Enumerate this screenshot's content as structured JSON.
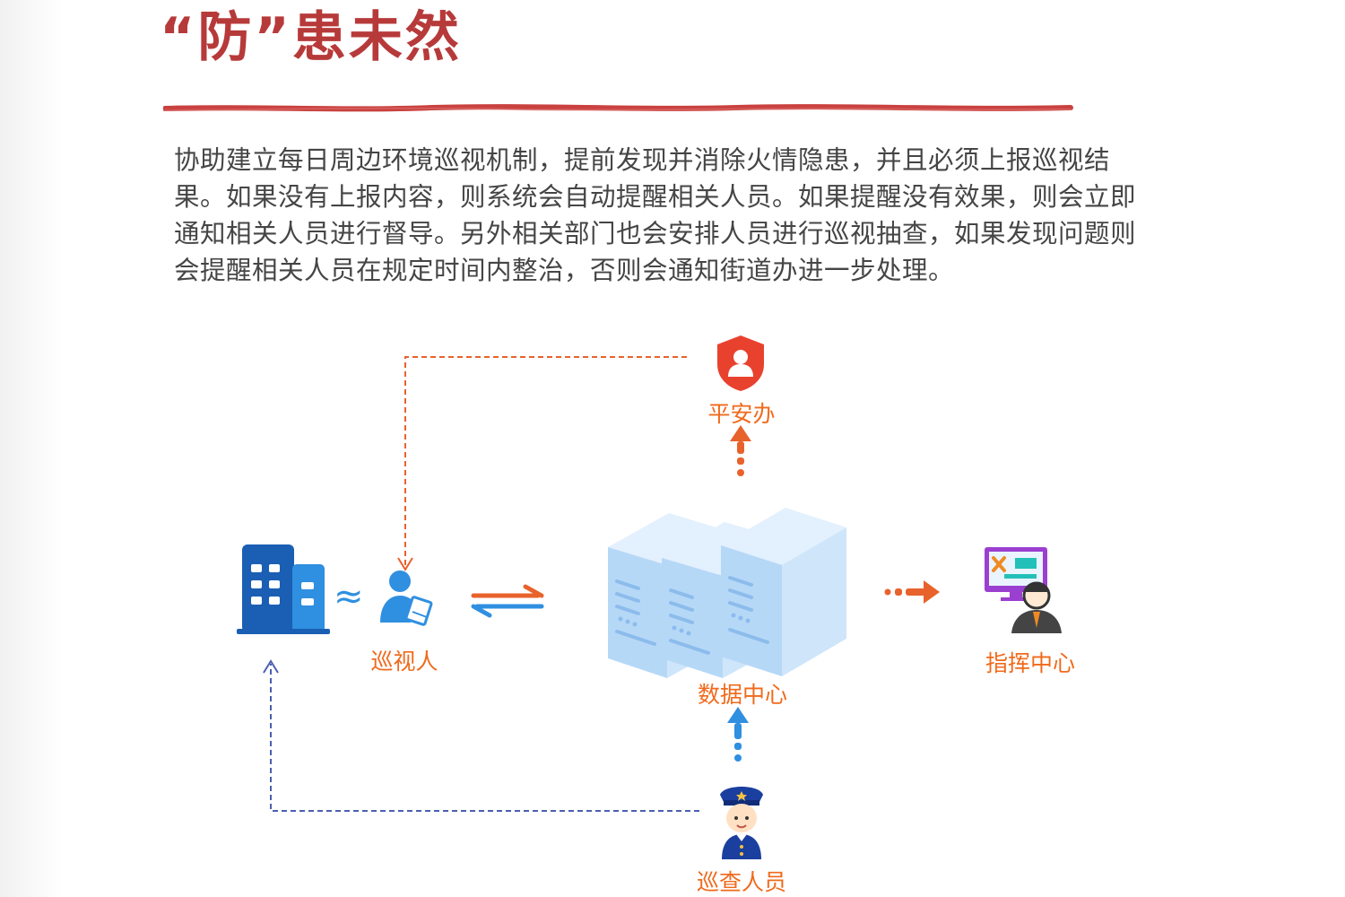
{
  "header": {
    "title": "“防”患未然"
  },
  "description": "协助建立每日周边环境巡视机制，提前发现并消除火情隐患，并且必须上报巡视结果。如果没有上报内容，则系统会自动提醒相关人员。如果提醒没有效果，则会立即通知相关人员进行督导。另外相关部门也会安排人员进行巡视抽查，如果发现问题则会提醒相关人员在规定时间内整治，否则会通知街道办进一步处理。",
  "diagram": {
    "nodes": {
      "safety_office": "平安办",
      "patroller": "巡视人",
      "data_center": "数据中心",
      "command_center": "指挥中心",
      "inspector": "巡查人员"
    },
    "connector_symbol": "≈"
  },
  "colors": {
    "title": "#b73a3a",
    "label": "#f06a1c",
    "blue": "#2f8fe0",
    "dark_blue": "#1a5fb4",
    "orange_arrow": "#e8622c",
    "dashed_blue": "#4a5fb0",
    "shield": "#e8422e"
  }
}
